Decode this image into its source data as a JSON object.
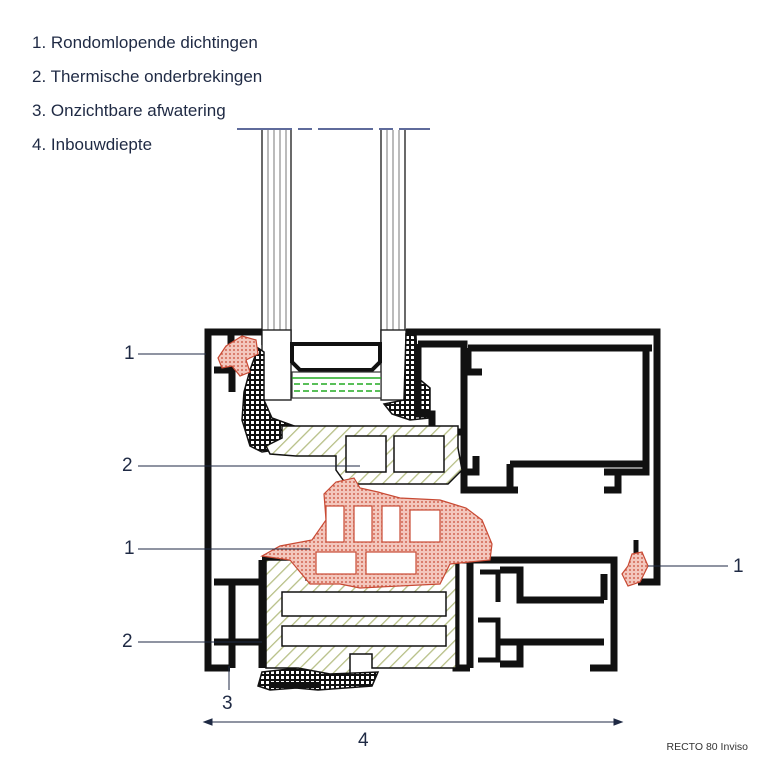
{
  "legend": {
    "items": [
      "1. Rondomlopende dichtingen",
      "2. Thermische onderbrekingen",
      "3. Onzichtbare afwatering",
      "4. Inbouwdiepte"
    ]
  },
  "callouts": {
    "seal_top_left": "1",
    "thermal_upper": "2",
    "seal_middle": "1",
    "seal_right": "1",
    "thermal_lower": "2",
    "drainage": "3",
    "depth": "4"
  },
  "caption": "RECTO 80 Inviso",
  "colors": {
    "profile": "#111111",
    "leader": "#1f2a44",
    "thermal_hatch": "#b7bf86",
    "seal_fill": "#f3c7bd",
    "seal_stroke": "#c84a34",
    "spacer_green": "#22aa22",
    "glass_line": "#555555",
    "top_line": "#2a3a7a"
  }
}
